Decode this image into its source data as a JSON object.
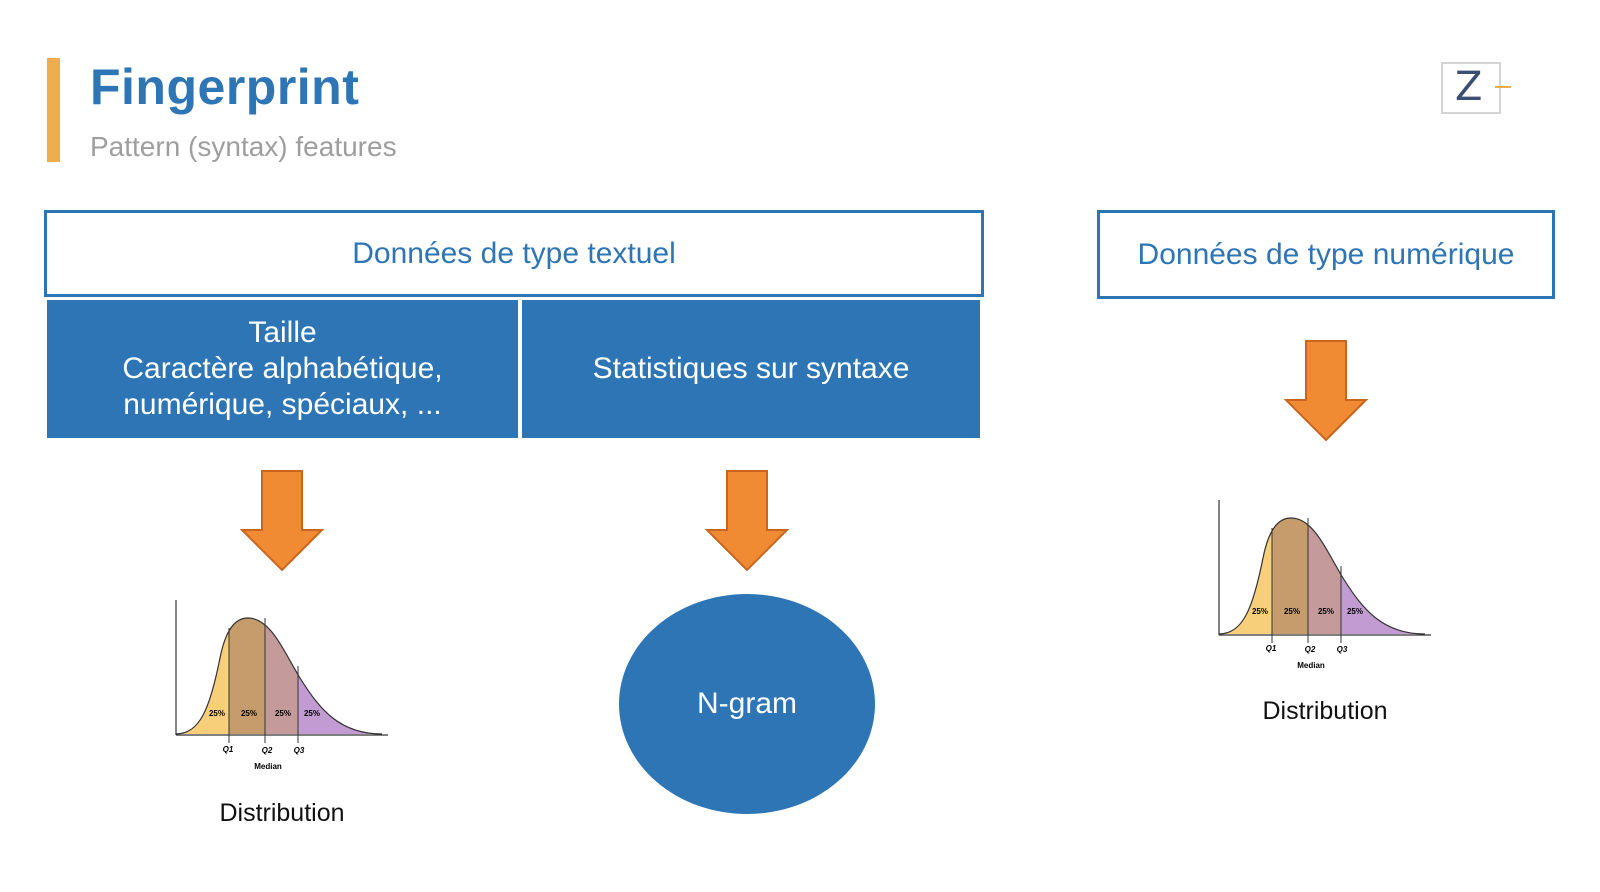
{
  "header": {
    "title": "Fingerprint",
    "subtitle": "Pattern (syntax) features",
    "logo_letter": "Z"
  },
  "text_section": {
    "title": "Données de type textuel",
    "box_size": {
      "line1": "Taille",
      "line2": "Caractère alphabétique,",
      "line3": "numérique, spéciaux, ..."
    },
    "box_stats": "Statistiques sur syntaxe",
    "left_output": "Distribution",
    "right_output": "N-gram"
  },
  "numeric_section": {
    "title": "Données de type numérique",
    "output": "Distribution"
  },
  "distribution_chart": {
    "quartile_labels": [
      "25%",
      "25%",
      "25%",
      "25%"
    ],
    "q1": "Q1",
    "q2": "Q2",
    "q3": "Q3",
    "median": "Median",
    "colors": [
      "#f7cf7a",
      "#c69c6d",
      "#c49a9a",
      "#c39bd3"
    ]
  },
  "colors": {
    "primary_blue": "#2e75b6",
    "arrow_orange": "#f08a33",
    "accent_orange": "#f0ad4e"
  }
}
